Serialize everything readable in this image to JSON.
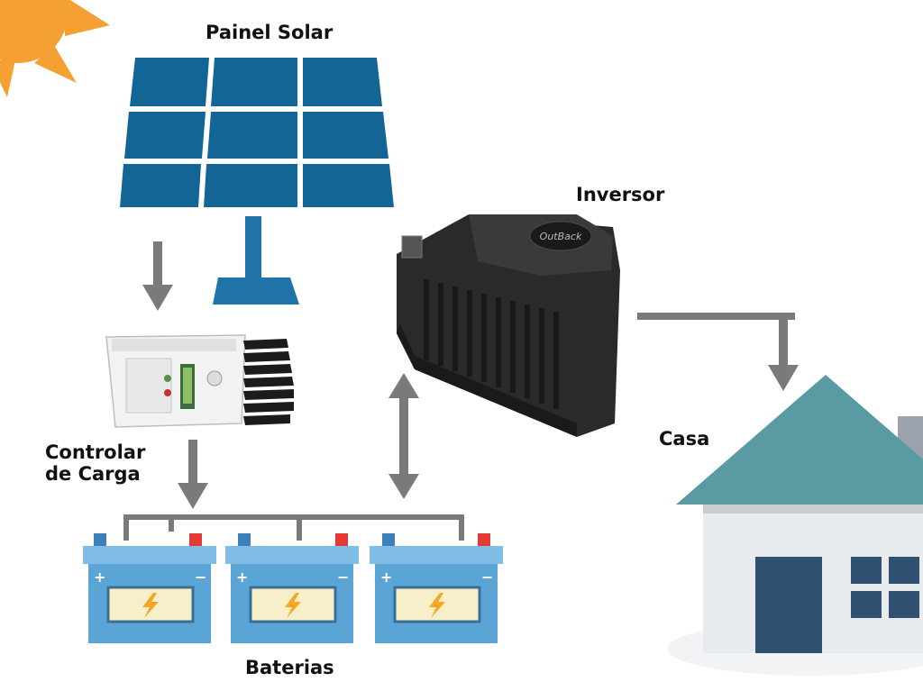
{
  "labels": {
    "solar_panel": "Painel Solar",
    "inverter": "Inversor",
    "controller_line1": "Controlar",
    "controller_line2": "de Carga",
    "house": "Casa",
    "batteries": "Baterias"
  },
  "inverter_brand": "OutBack",
  "battery_terminals": {
    "positive": "+",
    "negative": "−"
  },
  "colors": {
    "sun": "#f5a033",
    "panel_cell": "#126594",
    "panel_frame": "#ffffff",
    "arrow": "#7a7a7a",
    "battery_body": "#5aa4d6",
    "battery_terminal_neg": "#e53935",
    "battery_terminal_pos": "#3d7fb8",
    "roof": "#5a9aa3",
    "house_wall": "#e8ebee",
    "door": "#2f5070",
    "window": "#2f5070",
    "inverter_body": "#2a2a2a"
  },
  "icons": [
    "sun-icon",
    "solar-panel-icon",
    "charge-controller-icon",
    "inverter-icon",
    "battery-icon",
    "lightning-icon",
    "house-icon",
    "arrow-icon"
  ]
}
